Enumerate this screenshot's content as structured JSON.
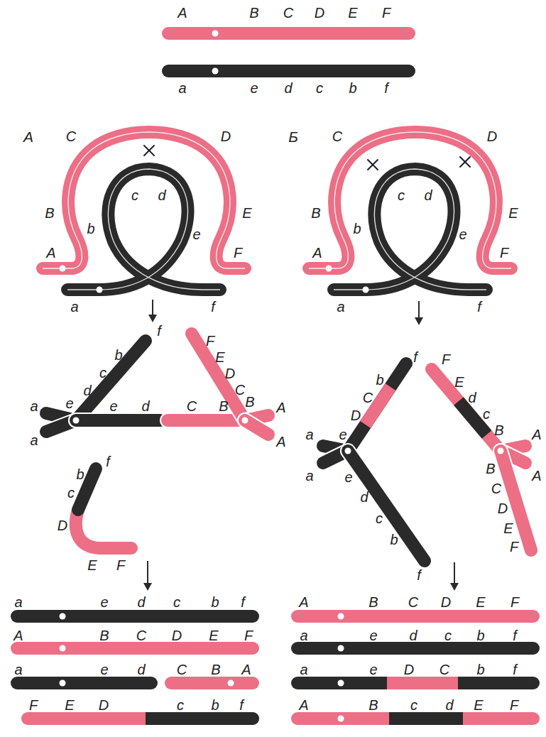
{
  "diagram": {
    "labels": [
      "A",
      "B",
      "C",
      "D",
      "E",
      "F",
      "a",
      "e",
      "d",
      "c",
      "b",
      "f",
      "А",
      "Б",
      "C",
      "D",
      "B",
      "E",
      "A",
      "F",
      "c",
      "d",
      "b",
      "e",
      "a",
      "f",
      "f",
      "b",
      "c",
      "d",
      "e",
      "a",
      "a",
      "e",
      "d",
      "C",
      "B",
      "F",
      "E",
      "D",
      "C",
      "B",
      "A",
      "A",
      "f",
      "b",
      "c",
      "D",
      "E",
      "F",
      "a",
      "e",
      "d",
      "c",
      "b",
      "f",
      "A",
      "B",
      "C",
      "D",
      "E",
      "F",
      "a",
      "e",
      "d",
      "C",
      "B",
      "A",
      "F",
      "E",
      "D",
      "c",
      "b",
      "f",
      "C",
      "D",
      "B",
      "E",
      "A",
      "F",
      "c",
      "d",
      "b",
      "e",
      "a",
      "f",
      "f",
      "b",
      "C",
      "D",
      "e",
      "a",
      "a",
      "e",
      "d",
      "c",
      "b",
      "f",
      "F",
      "E",
      "d",
      "c",
      "B",
      "A",
      "A",
      "B",
      "C",
      "D",
      "E",
      "F",
      "A",
      "B",
      "C",
      "D",
      "E",
      "F",
      "a",
      "e",
      "d",
      "c",
      "b",
      "f",
      "a",
      "e",
      "D",
      "C",
      "b",
      "f",
      "A",
      "B",
      "c",
      "d",
      "E",
      "F"
    ]
  }
}
